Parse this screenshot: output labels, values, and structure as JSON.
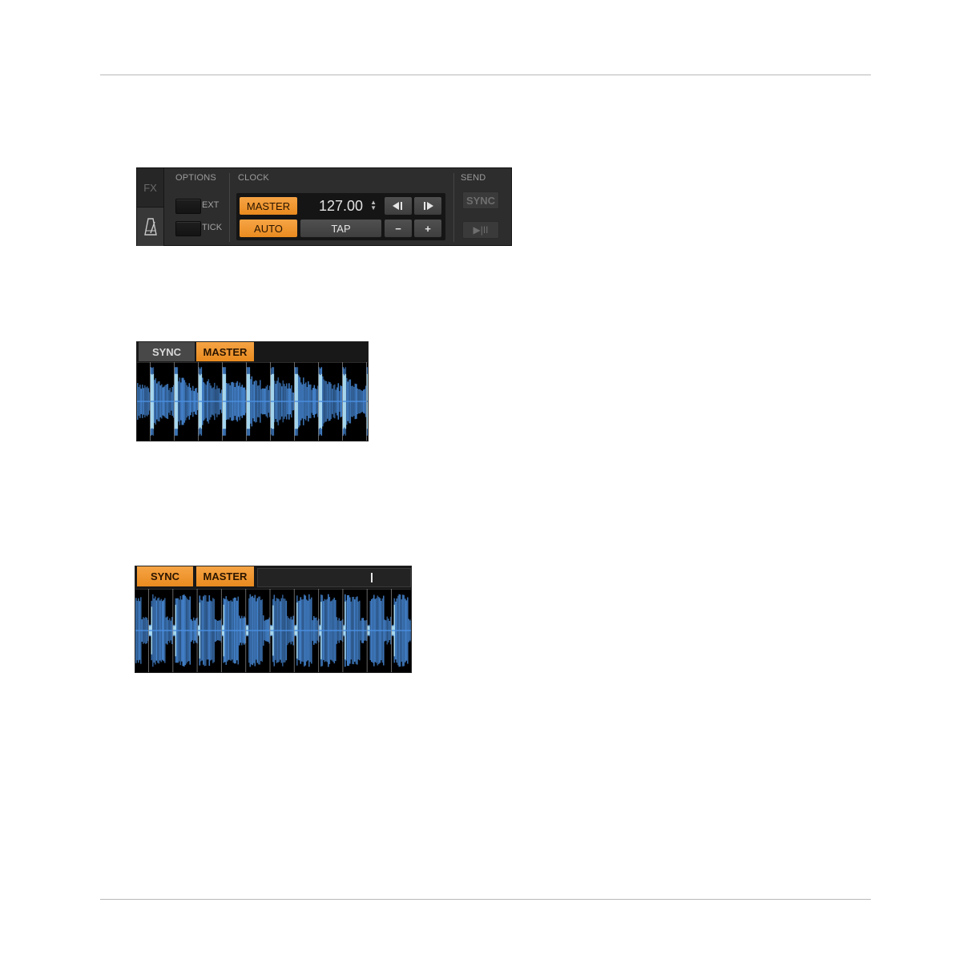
{
  "clock_panel": {
    "tabs": {
      "fx_label": "FX",
      "metronome_icon": "metronome-icon"
    },
    "options": {
      "title": "OPTIONS",
      "ext_label": "EXT",
      "tick_label": "TICK"
    },
    "clock": {
      "title": "CLOCK",
      "master_label": "MASTER",
      "auto_label": "AUTO",
      "bpm": "127.00",
      "tap_label": "TAP",
      "nudge_back_icon": "nudge-back-icon",
      "nudge_forward_icon": "nudge-forward-icon",
      "minus_label": "−",
      "plus_label": "+"
    },
    "send": {
      "title": "SEND",
      "sync_label": "SYNC",
      "play_pause_label": "▶|II"
    }
  },
  "deck_1": {
    "sync_label": "SYNC",
    "master_label": "MASTER",
    "sync_active": false,
    "master_active": true
  },
  "deck_2": {
    "sync_label": "SYNC",
    "master_label": "MASTER",
    "sync_active": true,
    "master_active": true
  },
  "colors": {
    "accent_orange": "#f0962f",
    "panel_bg": "#2d2d2d",
    "waveform_blue": "#4a8fe0",
    "waveform_highlight": "#bff0ff"
  }
}
